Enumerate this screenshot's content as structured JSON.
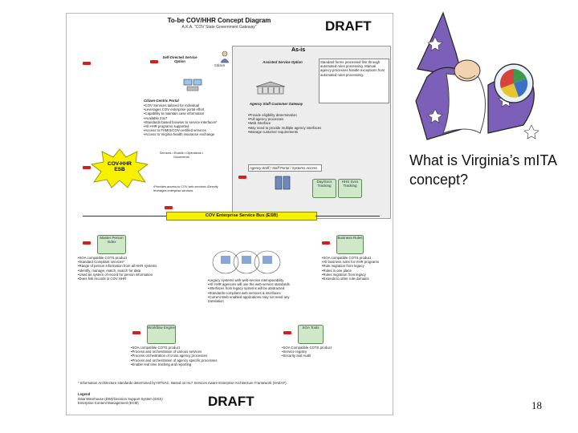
{
  "diagram": {
    "title": "To-be COV/HHR Concept Diagram",
    "subtitle": "A.K.A. \"COV State Government Gateway\"",
    "draft_top": "DRAFT",
    "draft_bottom": "DRAFT",
    "asis_label": "As-is",
    "self_service_label": "Self-Directed Service Option",
    "citizen_label": "Citizen",
    "assisted_service_label": "Assisted Service Option",
    "standard_forms_text": "Standard forms processed first through automated rules processing. Manual agency processes handle exceptions from automated rules processing.",
    "citizen_portal_label": "Citizen-Centric Portal",
    "citizen_portal_bullets": [
      "•COV Services tailored for individual",
      "•Leverages COV enterprise portal effort",
      "•Capability to maintain case information",
      "•Available 24x7",
      "•Standards based browser to service interfaces*",
      "•All HHR programs supported",
      "•Access to FAMIS/COV-certified services",
      "•Access to Virginia health insurance exchange"
    ],
    "agency_staff_label": "Agency Staff Customer Gateway",
    "agency_staff_bullets": [
      "•Provide eligibility determination",
      "•Full agency processes",
      "•Web Interface",
      "•May need to provide multiple agency interfaces",
      "•Manage customer requirements"
    ],
    "cov_hhr_esb": "COV-HHR ESB",
    "agency_staff_portal_label": "Agency Staff / Staff Portal / Systems Access",
    "dev_bullets_small": "•Provides access to COV web services •Directly leverages enterprise services",
    "day_svcs_label": "Day/Svcs Tracking",
    "hhs_svcs_label": "HHS Svcs Tracking",
    "cov_esb_label": "COV Enterprise Service Bus (ESB)",
    "master_person_label": "Master Person Index",
    "master_person_bullets": [
      "•SOA compatible COTS product",
      "•Standard Compliant services*",
      "•Range of person information from all HHR systems",
      "•Identify, manage, match, search for data",
      "•Used as system of record for person information",
      "•Does link records in COV HHR"
    ],
    "center_bullets": [
      "•Legacy systems with web-service interoperability",
      "•All HHR agencies will use the web-service standards",
      "•Interfaces from legacy systems will be abstracted",
      "•Standards compliant web services & interfaces",
      "•Current Web enabled applications may not need any",
      "  translation"
    ],
    "business_rules_label": "Business Rules",
    "business_rules_bullets": [
      "•SOA compatible COTS product",
      "•All business rules for HHR programs",
      "•Rule migration from legacy",
      "•Rules in one place",
      "•Rules migration from legacy",
      "•Extends to other rule domains"
    ],
    "workflow_label": "Workflow Engine",
    "workflow_bullets": [
      "•SOA compatible COTS product",
      "•Process and orchestration of various services",
      "•Process orchestration of cross agency processes",
      "•Process and orchestration of agency specific processes",
      "•Enable real time tracking and reporting"
    ],
    "soa_tools_label": "SOA Tools",
    "soa_tools_bullets": [
      "•SOA Compatible COTS product",
      "•Service registry",
      "•Security and Audit"
    ],
    "footnote": "* Information Architecture standards determined by HITSAC. Based on HL7 Services Aware Enterprise Architecture Framework (SAEAF).",
    "legend_label": "Legend",
    "legend_lines": [
      "Data Warehouse (DW)/Decision Support System (DSS)",
      "Enterprise Content Management (ECM)"
    ]
  },
  "right_panel": {
    "question": "What is Virginia’s mITA concept?",
    "page_number": "18"
  },
  "colors": {
    "esb_yellow": "#f7f000",
    "accent_red": "#d81d1d",
    "db_green": "#cfe8c8",
    "wizard_purple": "#7b5fb8"
  },
  "icons": [
    "wizard-illustration",
    "crystal-ball-icon",
    "person-icon",
    "database-icon",
    "server-icon"
  ]
}
